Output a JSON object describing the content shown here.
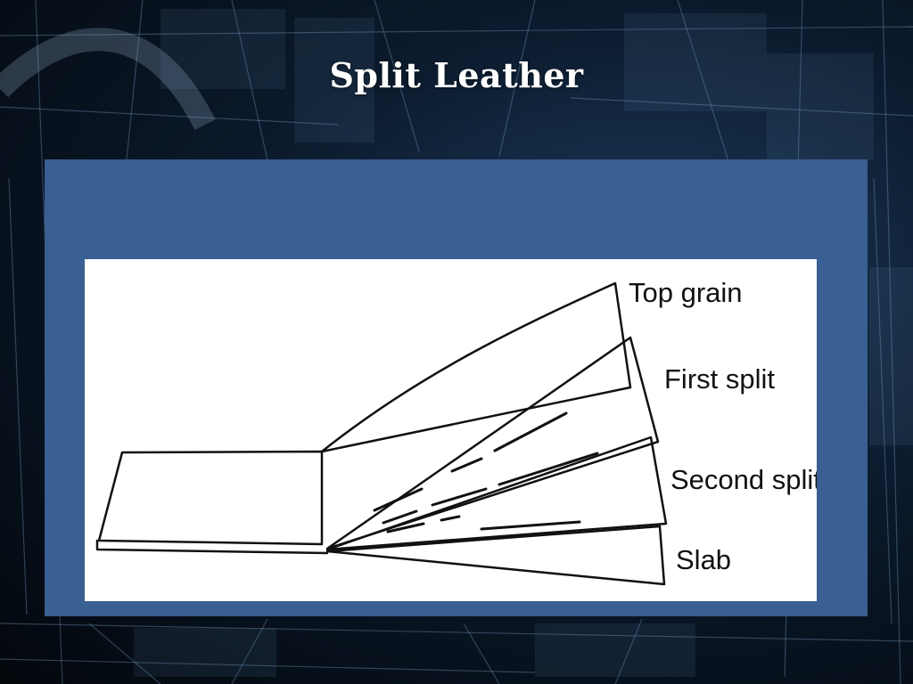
{
  "slide": {
    "title": "Split Leather"
  },
  "diagram": {
    "labels": {
      "top_grain": "Top grain",
      "first_split": "First split",
      "second_split": "Second split",
      "slab": "Slab"
    }
  },
  "colors": {
    "panel": "#3a5f92",
    "background": "#0b1a2c",
    "title_text": "#ffffff",
    "diagram_ink": "#111111"
  }
}
